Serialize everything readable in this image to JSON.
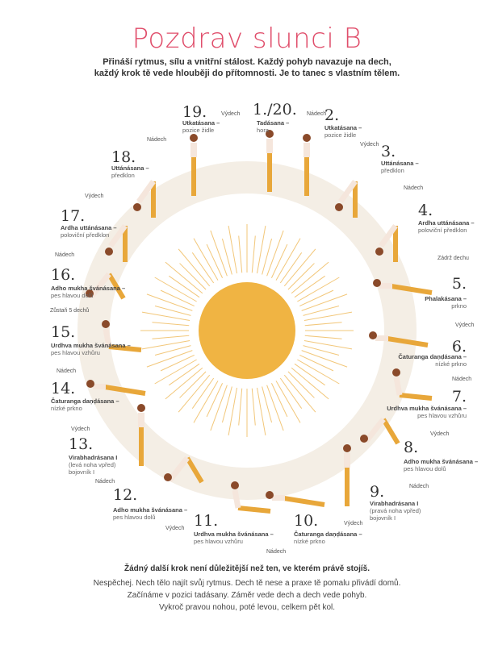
{
  "title": "Pozdrav slunci B",
  "subtitle": [
    "Přináší rytmus, sílu a vnitřní stálost. Každý pohyb navazuje na dech,",
    "každý krok tě vede hlouběji do přítomnosti. Je to tanec s vlastním tělem."
  ],
  "colors": {
    "title": "#e04e6b",
    "sun": "#f0b443",
    "ring": "#f4eee5",
    "legs": "#e8a73a"
  },
  "poses": [
    {
      "num": "1./20.",
      "name": "Tadásana –",
      "desc": "hora"
    },
    {
      "num": "2.",
      "name": "Utkatásana –",
      "desc": "pozice židle"
    },
    {
      "num": "3.",
      "name": "Uttánásana –",
      "desc": "předklon"
    },
    {
      "num": "4.",
      "name": "Ardha uttánásana –",
      "desc": "poloviční předklon"
    },
    {
      "num": "5.",
      "name": "Phalakásana –",
      "desc": "prkno"
    },
    {
      "num": "6.",
      "name": "Čaturanga daṇḍásana –",
      "desc": "nízké prkno"
    },
    {
      "num": "7.",
      "name": "Urdhva mukha švánásana –",
      "desc": "pes hlavou vzhůru"
    },
    {
      "num": "8.",
      "name": "Adho mukha švánásana –",
      "desc": "pes hlavou dolů"
    },
    {
      "num": "9.",
      "name": "Virabhadrásana I",
      "desc": "(pravá noha vpřed)",
      "desc2": "bojovník I"
    },
    {
      "num": "10.",
      "name": "Čaturanga daṇḍásana –",
      "desc": "nízké prkno"
    },
    {
      "num": "11.",
      "name": "Urdhva mukha švánásana –",
      "desc": "pes hlavou vzhůru"
    },
    {
      "num": "12.",
      "name": "Adho mukha švánásana –",
      "desc": "pes hlavou dolů"
    },
    {
      "num": "13.",
      "name": "Virabhadrásana I",
      "desc": "(levá noha vpřed)",
      "desc2": "bojovník I"
    },
    {
      "num": "14.",
      "name": "Čaturanga daṇḍásana –",
      "desc": "nízké prkno"
    },
    {
      "num": "15.",
      "name": "Urdhva mukha švánásana –",
      "desc": "pes hlavou vzhůru"
    },
    {
      "num": "16.",
      "name": "Adho mukha švánásana –",
      "desc": "pes hlavou dolů"
    },
    {
      "num": "17.",
      "name": "Ardha uttánásana –",
      "desc": "poloviční předklon"
    },
    {
      "num": "18.",
      "name": "Uttánásana –",
      "desc": "předklon"
    },
    {
      "num": "19.",
      "name": "Utkatásana –",
      "desc": "pozice židle"
    }
  ],
  "breaths": [
    "Výdech",
    "Nádech",
    "Výdech",
    "Nádech",
    "Výdech",
    "Nádech",
    "Zádrž dechu",
    "Nádech",
    "Zůstaň 5 dechů",
    "Výdech",
    "Nádech",
    "Nádech",
    "Výdech",
    "Výdech",
    "Nádech",
    "Nádech",
    "Výdech",
    "Výdech",
    "Nádech"
  ],
  "footer": {
    "bold": "Žádný další krok není důležitější než ten, ve kterém právě stojíš.",
    "lines": [
      "Nespěchej. Nech tělo najít svůj rytmus. Dech tě nese a praxe tě pomalu přivádí domů.",
      "Začínáme v pozici tadásany. Záměr vede dech a dech vede pohyb.",
      "Vykroč pravou nohou, poté levou, celkem pět kol."
    ]
  }
}
